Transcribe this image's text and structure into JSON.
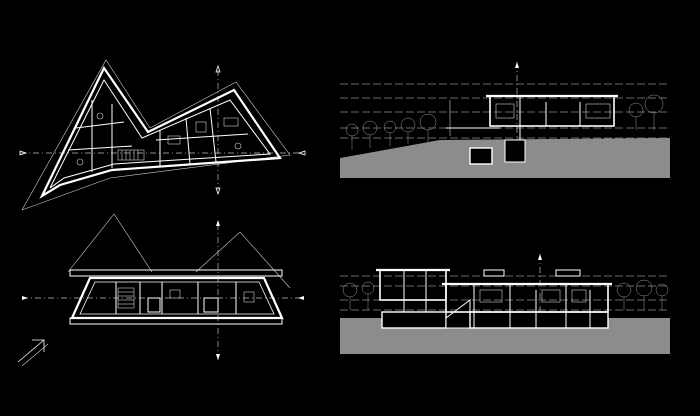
{
  "sheet": {
    "background": "#000000",
    "line_color": "#ffffff",
    "ground_color": "#8c8c8c",
    "drawings": [
      {
        "kind": "floor-plan"
      },
      {
        "kind": "floor-plan"
      },
      {
        "kind": "section"
      },
      {
        "kind": "section"
      }
    ],
    "north_arrow_icon": "north-arrow-icon"
  }
}
